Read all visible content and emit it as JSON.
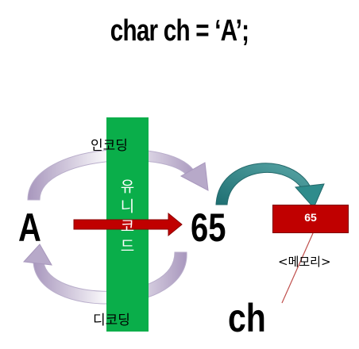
{
  "title": "char ch = ‘A’;",
  "diagram": {
    "character": "A",
    "code_value": "65",
    "encode_label": "인코딩",
    "decode_label": "디코딩",
    "unicode_label": "유니코드",
    "memory_value": "65",
    "memory_label": "<메모리>",
    "variable_label": "ch"
  },
  "colors": {
    "unicode_band": "#0aae4a",
    "conversion_arrow": "#c00000",
    "cycle_arrows": "#b7a9c9",
    "store_arrow": "#2f8c8c",
    "memory_cell": "#c00000",
    "pointer_line": "#c0504d"
  }
}
